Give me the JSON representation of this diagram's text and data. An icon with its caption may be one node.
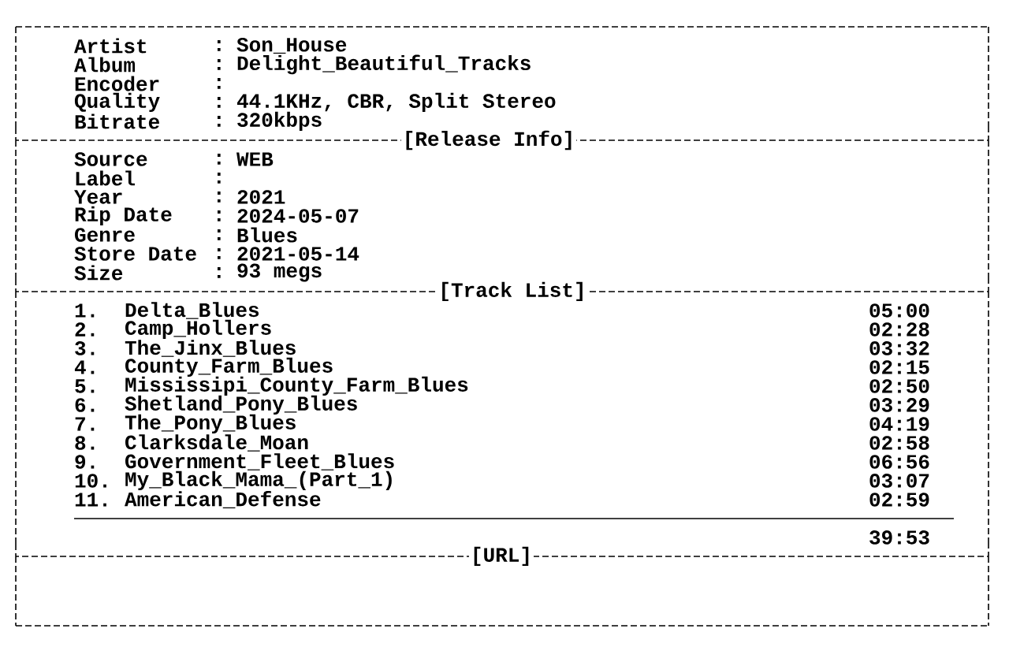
{
  "diagram": {
    "nodes": [
      {
        "text": [],
        "shape": "box"
      },
      {
        "text": [
          "[Release Info]"
        ]
      },
      {
        "text": [
          "[Track List]"
        ]
      },
      {
        "text": [
          "[URL]"
        ]
      }
    ],
    "labels": [
      "Artist",
      ":",
      "Son_House",
      "Album",
      ":",
      "Delight_Beautiful_Tracks",
      "Encoder",
      ":",
      "Quality",
      ":",
      "44.1KHz, CBR, Split Stereo",
      "Bitrate",
      ":",
      "320kbps",
      "Source",
      ":",
      "WEB",
      "Label",
      ":",
      "Year",
      ":",
      "2021",
      "Rip Date",
      ":",
      "2024-05-07",
      "Genre",
      ":",
      "Blues",
      "Store Date",
      ":",
      "2021-05-14",
      "Size",
      ":",
      "93 megs",
      "1.",
      "Delta_Blues",
      "05:00",
      "2.",
      "Camp_Hollers",
      "02:28",
      "3.",
      "The_Jinx_Blues",
      "03:32",
      "4.",
      "County_Farm_Blues",
      "02:15",
      "5.",
      "Mississipi_County_Farm_Blues",
      "02:50",
      "6.",
      "Shetland_Pony_Blues",
      "03:29",
      "7.",
      "The_Pony_Blues",
      "04:19",
      "8.",
      "Clarksdale_Moan",
      "02:58",
      "9.",
      "Government_Fleet_Blues",
      "06:56",
      "10.",
      "My_Black_Mama_(Part_1)",
      "03:07",
      "11.",
      "American_Defense",
      "02:59",
      "39:53"
    ]
  }
}
